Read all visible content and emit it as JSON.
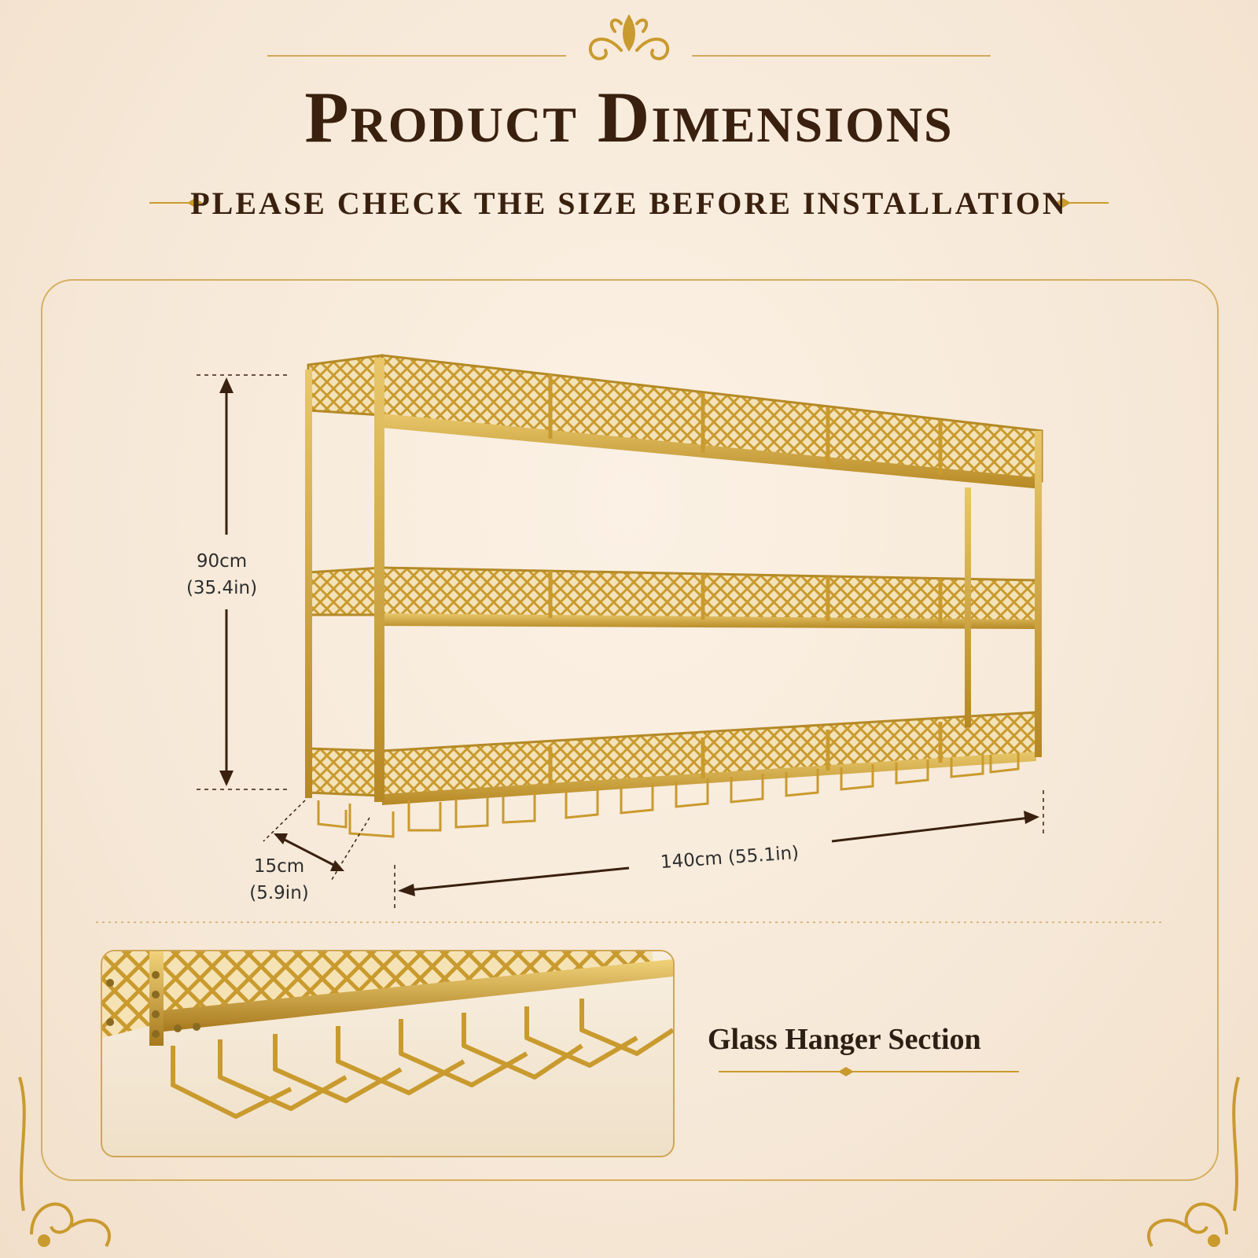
{
  "header": {
    "title": "Product Dimensions",
    "subtitle": "PLEASE CHECK THE SIZE BEFORE INSTALLATION"
  },
  "dimensions": {
    "height": {
      "metric": "90cm",
      "imperial": "(35.4in)"
    },
    "width": {
      "combined": "140cm (55.1in)"
    },
    "depth": {
      "metric": "15cm",
      "imperial": "(5.9in)"
    }
  },
  "detail": {
    "label": "Glass Hanger Section"
  },
  "colors": {
    "gold": "#c99a2e",
    "gold_light": "#e6c66a",
    "gold_dark": "#9a7020",
    "text_dark": "#3a200e",
    "frame": "#d6ae5f",
    "background": "#f6e8d7"
  }
}
